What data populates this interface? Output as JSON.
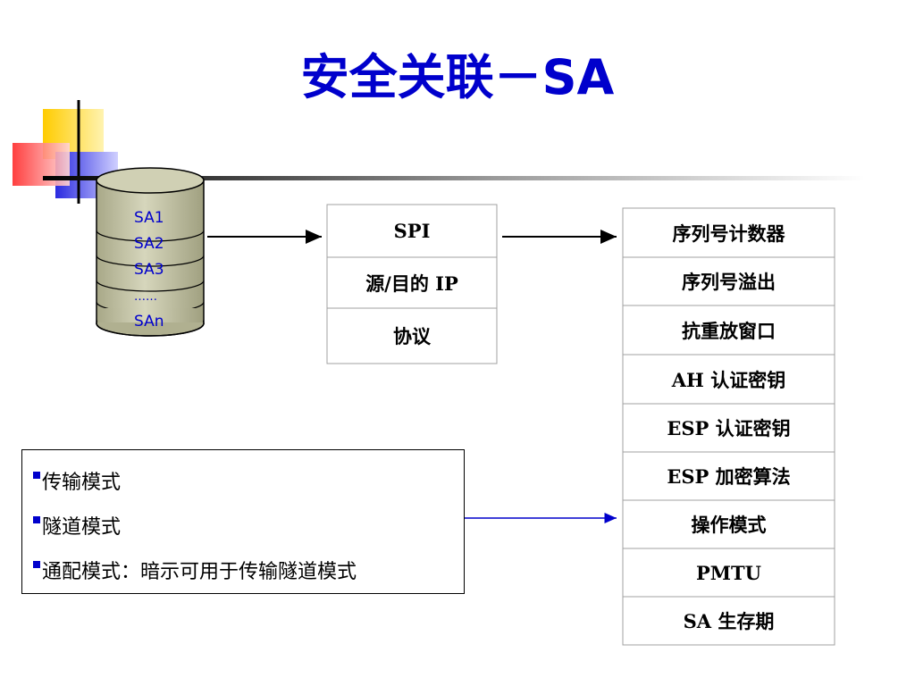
{
  "title": "安全关联－SA",
  "database": {
    "entries": [
      "SA1",
      "SA2",
      "SA3",
      "……",
      "SAn"
    ]
  },
  "sa_fields": [
    "SPI",
    "源/目的 IP",
    "协议"
  ],
  "sa_parameters": [
    "序列号计数器",
    "序列号溢出",
    "抗重放窗口",
    "AH 认证密钥",
    "ESP 认证密钥",
    "ESP 加密算法",
    "操作模式",
    "PMTU",
    "SA 生存期"
  ],
  "modes": [
    "传输模式",
    "隧道模式",
    "通配模式：暗示可用于传输隧道模式"
  ],
  "colors": {
    "title": "#0000cc",
    "cylinder": "#c0c0a0",
    "arrow_blue": "#0000cc"
  }
}
